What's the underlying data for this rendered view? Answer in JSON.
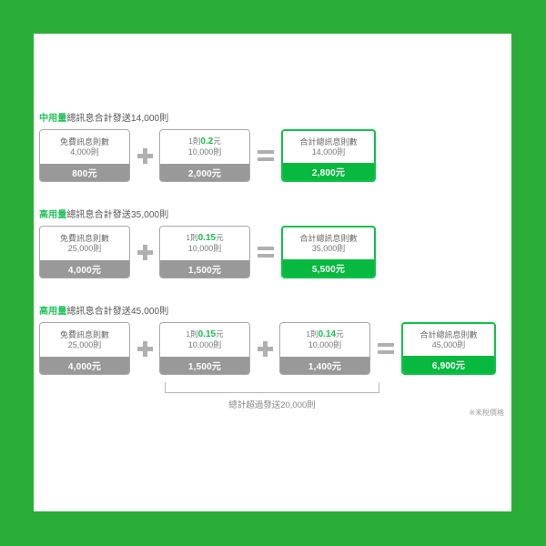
{
  "theme": {
    "background_green": "#2bad39",
    "sheet_white": "#ffffff",
    "accent_green": "#13c14c",
    "result_green": "#07b93f",
    "gray_bar": "#999999",
    "border_gray": "#a8a8a8"
  },
  "rows": [
    {
      "id": "medium-usage",
      "label_highlight": "中用量",
      "label_rest": "總訊息合計發送14,000則",
      "terms": [
        {
          "kind": "free-quota",
          "line1_text": "免費訊息則數",
          "line1_prefix": "",
          "line1_price": "",
          "line1_suffix": "",
          "line2": "4,000則",
          "amount": "800元"
        },
        {
          "kind": "tier",
          "line1_text": "",
          "line1_prefix": "1則",
          "line1_price": "0.2",
          "line1_suffix": "元",
          "line2": "10,000則",
          "amount": "2,000元"
        },
        {
          "kind": "result",
          "line1_text": "合計總訊息則數",
          "line1_prefix": "",
          "line1_price": "",
          "line1_suffix": "",
          "line2": "14,000則",
          "amount": "2,800元"
        }
      ],
      "operators": [
        "+",
        "="
      ]
    },
    {
      "id": "high-usage-35000",
      "label_highlight": "高用量",
      "label_rest": "總訊息合計發送35,000則",
      "terms": [
        {
          "kind": "free-quota",
          "line1_text": "免費訊息則數",
          "line1_prefix": "",
          "line1_price": "",
          "line1_suffix": "",
          "line2": "25,000則",
          "amount": "4,000元"
        },
        {
          "kind": "tier",
          "line1_text": "",
          "line1_prefix": "1則",
          "line1_price": "0.15",
          "line1_suffix": "元",
          "line2": "10,000則",
          "amount": "1,500元"
        },
        {
          "kind": "result",
          "line1_text": "合計總訊息則數",
          "line1_prefix": "",
          "line1_price": "",
          "line1_suffix": "",
          "line2": "35,000則",
          "amount": "5,500元"
        }
      ],
      "operators": [
        "+",
        "="
      ]
    },
    {
      "id": "high-usage-45000",
      "label_highlight": "高用量",
      "label_rest": "總訊息合計發送45,000則",
      "terms": [
        {
          "kind": "free-quota",
          "line1_text": "免費訊息則數",
          "line1_prefix": "",
          "line1_price": "",
          "line1_suffix": "",
          "line2": "25,000則",
          "amount": "4,000元"
        },
        {
          "kind": "tier",
          "line1_text": "",
          "line1_prefix": "1則",
          "line1_price": "0.15",
          "line1_suffix": "元",
          "line2": "10,000則",
          "amount": "1,500元"
        },
        {
          "kind": "tier",
          "line1_text": "",
          "line1_prefix": "1則",
          "line1_price": "0.14",
          "line1_suffix": "元",
          "line2": "10,000則",
          "amount": "1,400元"
        },
        {
          "kind": "result",
          "line1_text": "合計總訊息則數",
          "line1_prefix": "",
          "line1_price": "",
          "line1_suffix": "",
          "line2": "45,000則",
          "amount": "6,900元"
        }
      ],
      "operators": [
        "+",
        "+",
        "="
      ],
      "bracket_caption": "總計超過發送20,000則"
    }
  ],
  "footnote": "※未稅價格"
}
